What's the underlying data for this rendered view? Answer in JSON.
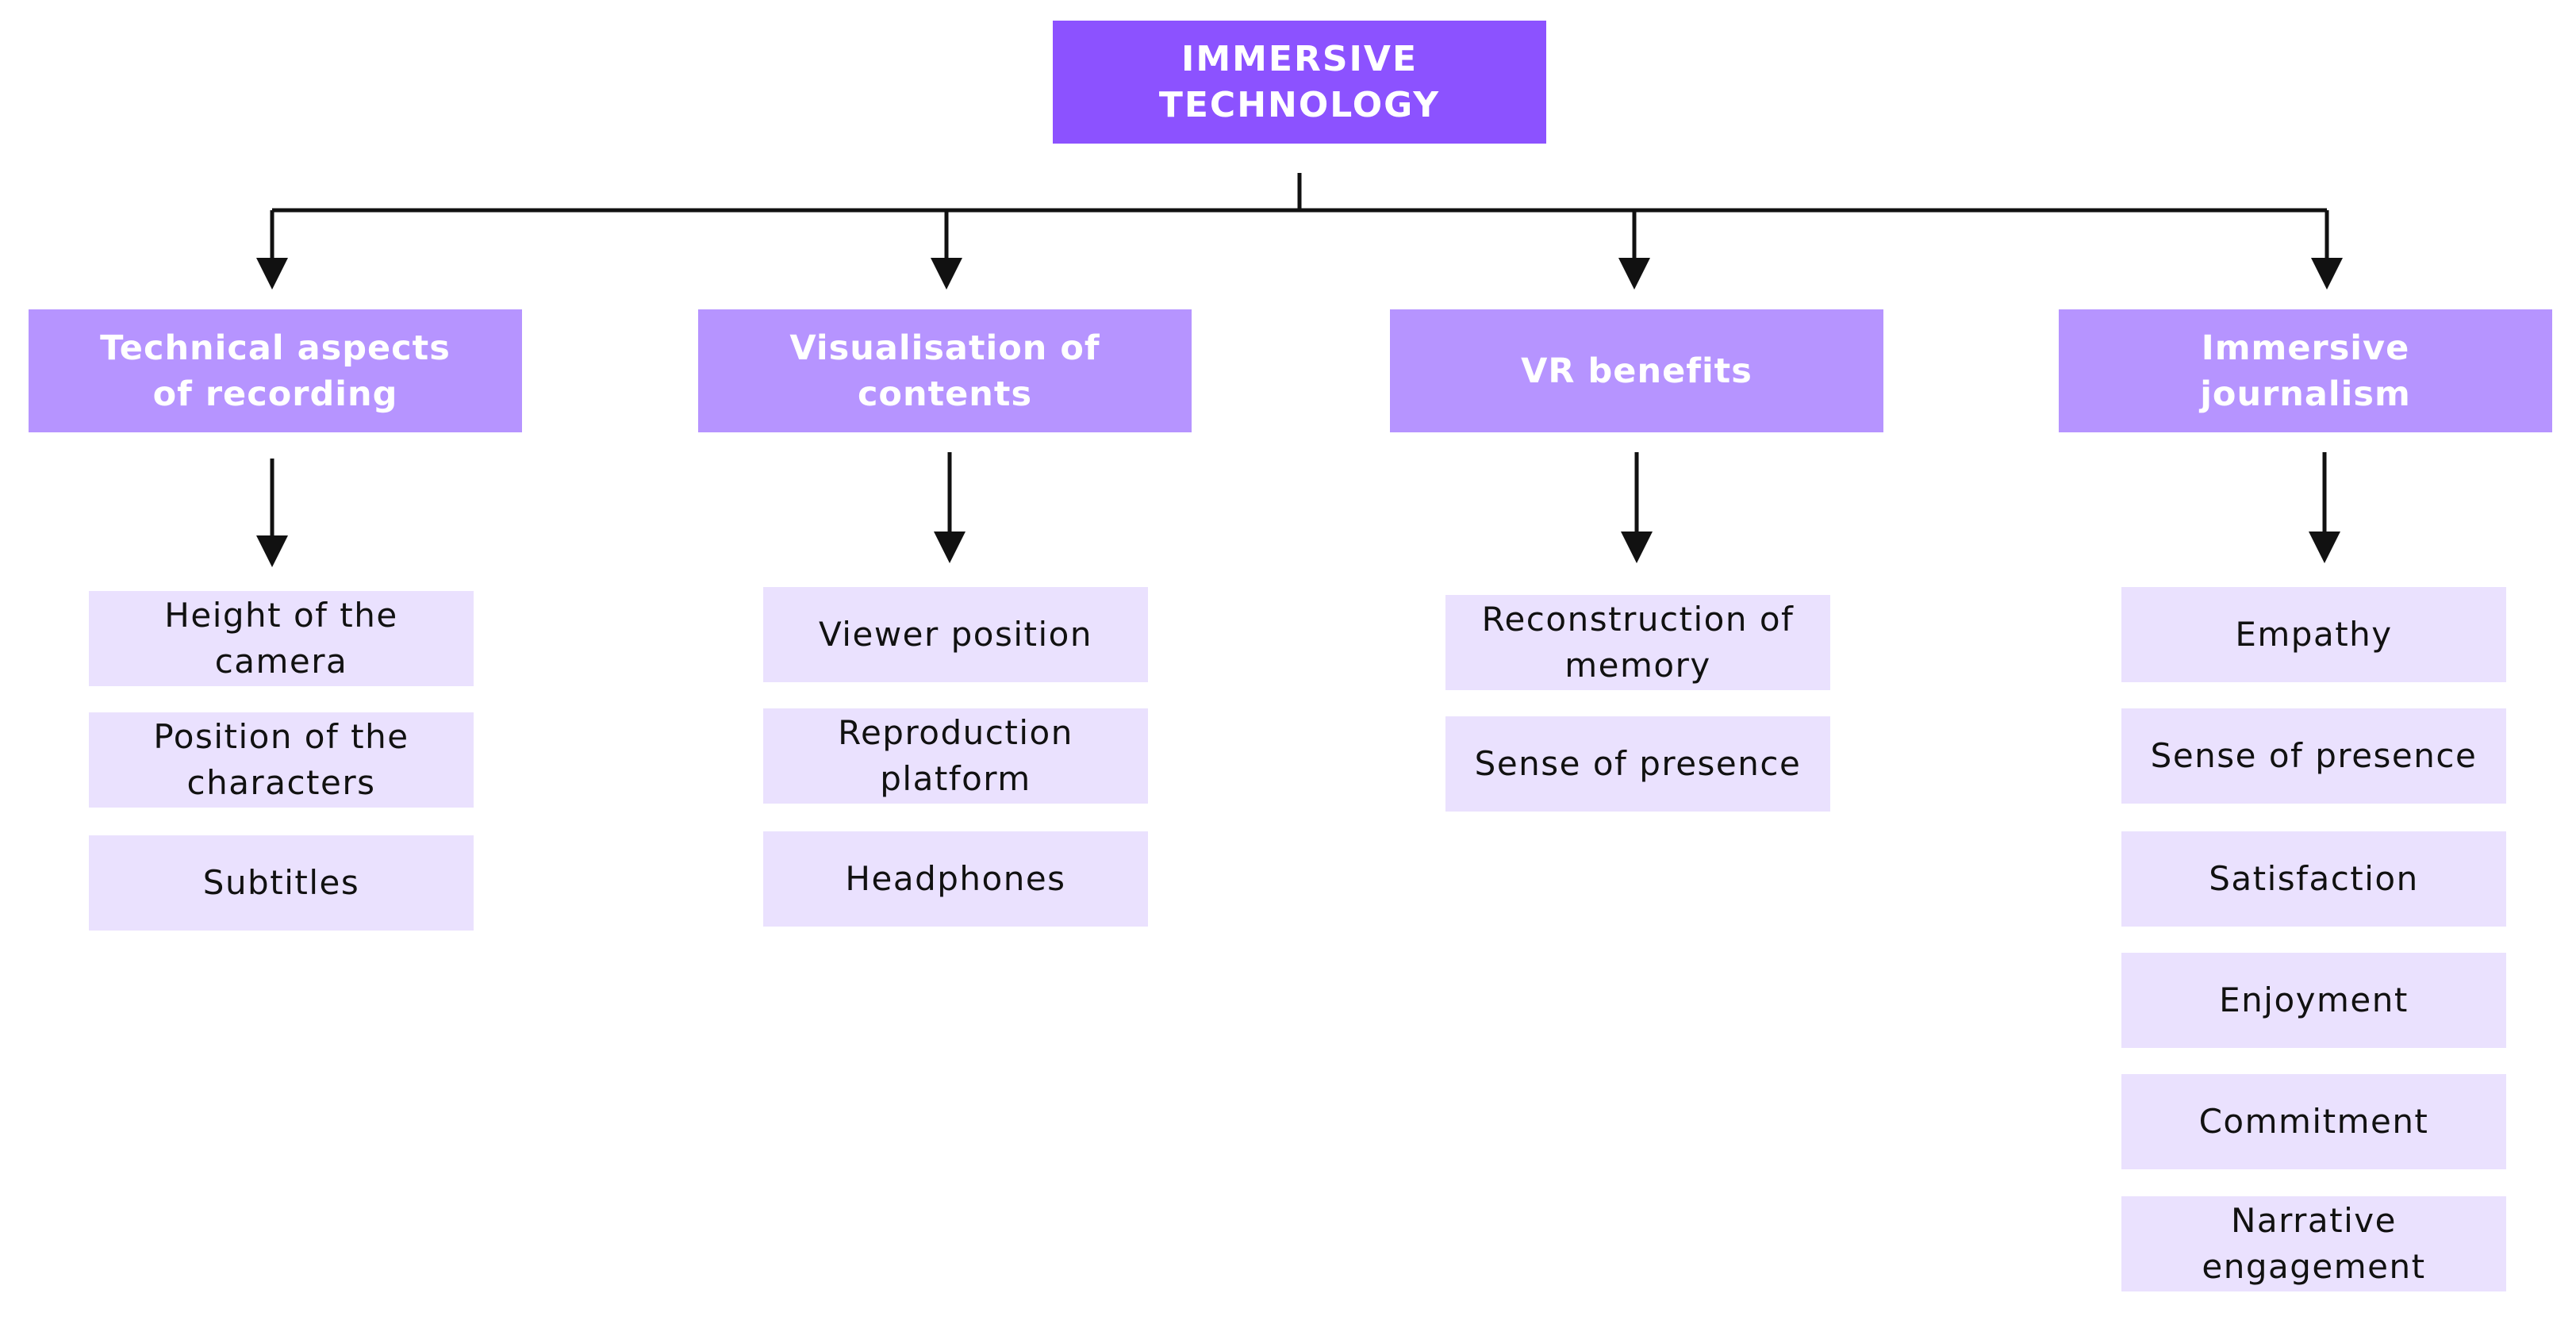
{
  "diagram": {
    "root": {
      "label": "IMMERSIVE\nTECHNOLOGY",
      "fill": "#8c52ff"
    },
    "category_fill": "#b694ff",
    "leaf_fill": "#eae1fe",
    "categories": [
      {
        "label": "Technical aspects\nof recording",
        "items": [
          "Height of the\ncamera",
          "Position of the\ncharacters",
          "Subtitles"
        ]
      },
      {
        "label": "Visualisation of\ncontents",
        "items": [
          "Viewer position",
          "Reproduction\nplatform",
          "Headphones"
        ]
      },
      {
        "label": "VR benefits",
        "items": [
          "Reconstruction of\nmemory",
          "Sense of presence"
        ]
      },
      {
        "label": "Immersive\njournalism",
        "items": [
          "Empathy",
          "Sense of presence",
          "Satisfaction",
          "Enjoyment",
          "Commitment",
          "Narrative\nengagement"
        ]
      }
    ]
  }
}
